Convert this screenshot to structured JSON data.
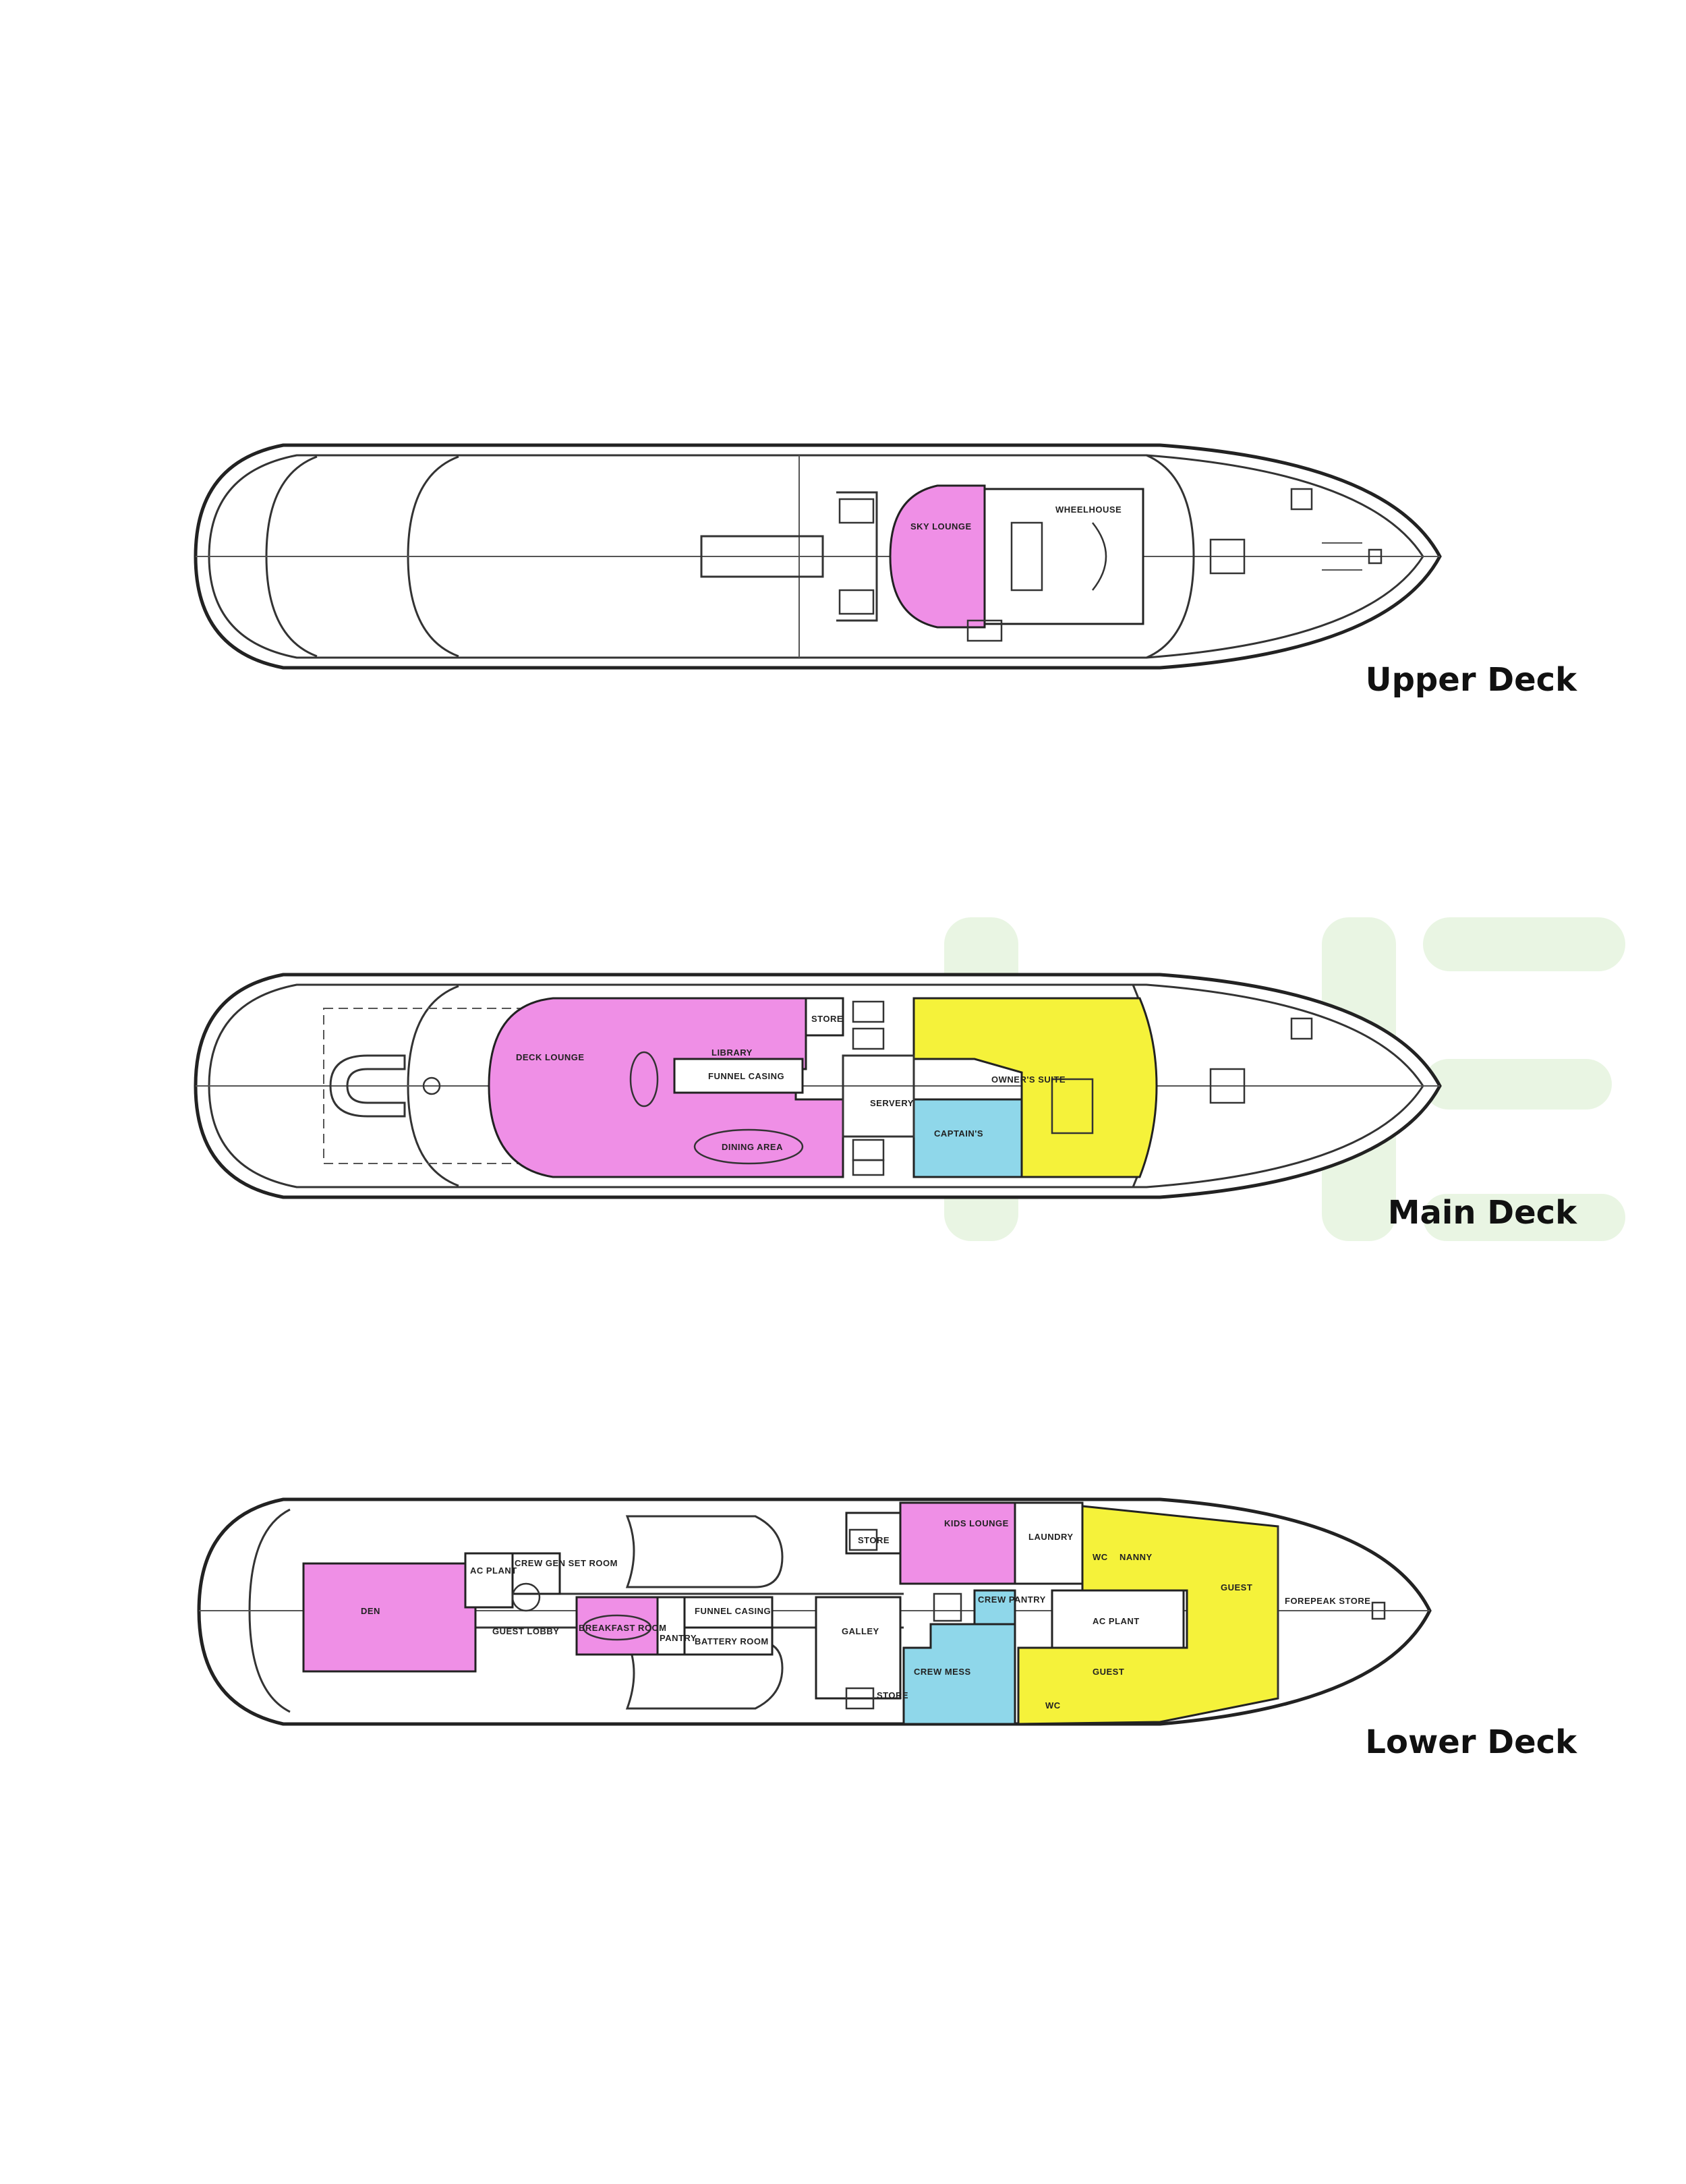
{
  "colors": {
    "pink": "#ef8fe6",
    "yellow": "#f5f23a",
    "cyan": "#8fd7ea",
    "watermark": "#e3f3dc"
  },
  "decks": {
    "upper": {
      "title": "Upper Deck",
      "rooms": {
        "sky_lounge": "SKY LOUNGE",
        "wheelhouse": "WHEELHOUSE"
      }
    },
    "main": {
      "title": "Main Deck",
      "rooms": {
        "deck_lounge": "DECK LOUNGE",
        "library": "LIBRARY",
        "funnel_casing": "FUNNEL CASING",
        "dining_area": "DINING AREA",
        "store": "STORE",
        "servery": "SERVERY",
        "owners_suite": "OWNER'S SUITE",
        "captains": "CAPTAIN'S"
      }
    },
    "lower": {
      "title": "Lower Deck",
      "rooms": {
        "den": "DEN",
        "ac_plant_aft": "AC PLANT",
        "crew_gen_set_room": "CREW GEN SET ROOM",
        "guest_lobby": "GUEST LOBBY",
        "breakfast_room": "BREAKFAST ROOM",
        "pantry": "PANTRY",
        "funnel_casing": "FUNNEL CASING",
        "battery_room": "BATTERY ROOM",
        "galley": "GALLEY",
        "store": "STORE",
        "store_2": "STORE",
        "kids_lounge": "KIDS LOUNGE",
        "laundry": "LAUNDRY",
        "wc": "WC",
        "nanny": "NANNY",
        "guest_fwd": "GUEST",
        "forepeak_store": "FOREPEAK STORE",
        "ac_plant_fwd": "AC PLANT",
        "crew_pantry": "CREW PANTRY",
        "crew_mess": "CREW MESS",
        "guest_aft": "GUEST",
        "wc_2": "WC"
      }
    }
  }
}
